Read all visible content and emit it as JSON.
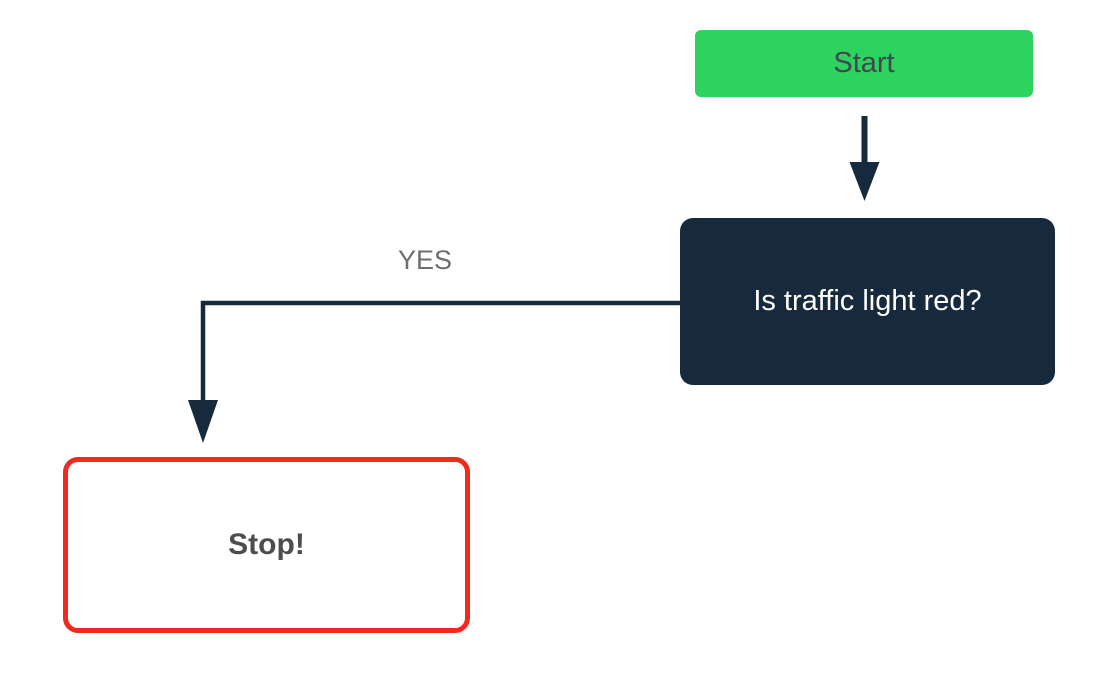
{
  "diagram": {
    "type": "flowchart",
    "background_color": "#ffffff",
    "connector_color": "#172A3D",
    "nodes": {
      "start": {
        "label": "Start",
        "shape": "rounded-rectangle",
        "fill": "#2DD35F",
        "text_color": "#454550"
      },
      "decision": {
        "label": "Is traffic light red?",
        "shape": "rounded-rectangle",
        "fill": "#172A3D",
        "text_color": "#ffffff"
      },
      "stop": {
        "label": "Stop!",
        "shape": "rounded-rectangle",
        "fill": "#ffffff",
        "border_color": "#F3291D",
        "text_color": "#4D4D4D"
      }
    },
    "edges": {
      "start_to_decision": {
        "from": "start",
        "to": "decision",
        "label": ""
      },
      "decision_to_stop": {
        "from": "decision",
        "to": "stop",
        "label": "YES",
        "label_color": "#6E6E6E"
      }
    }
  }
}
